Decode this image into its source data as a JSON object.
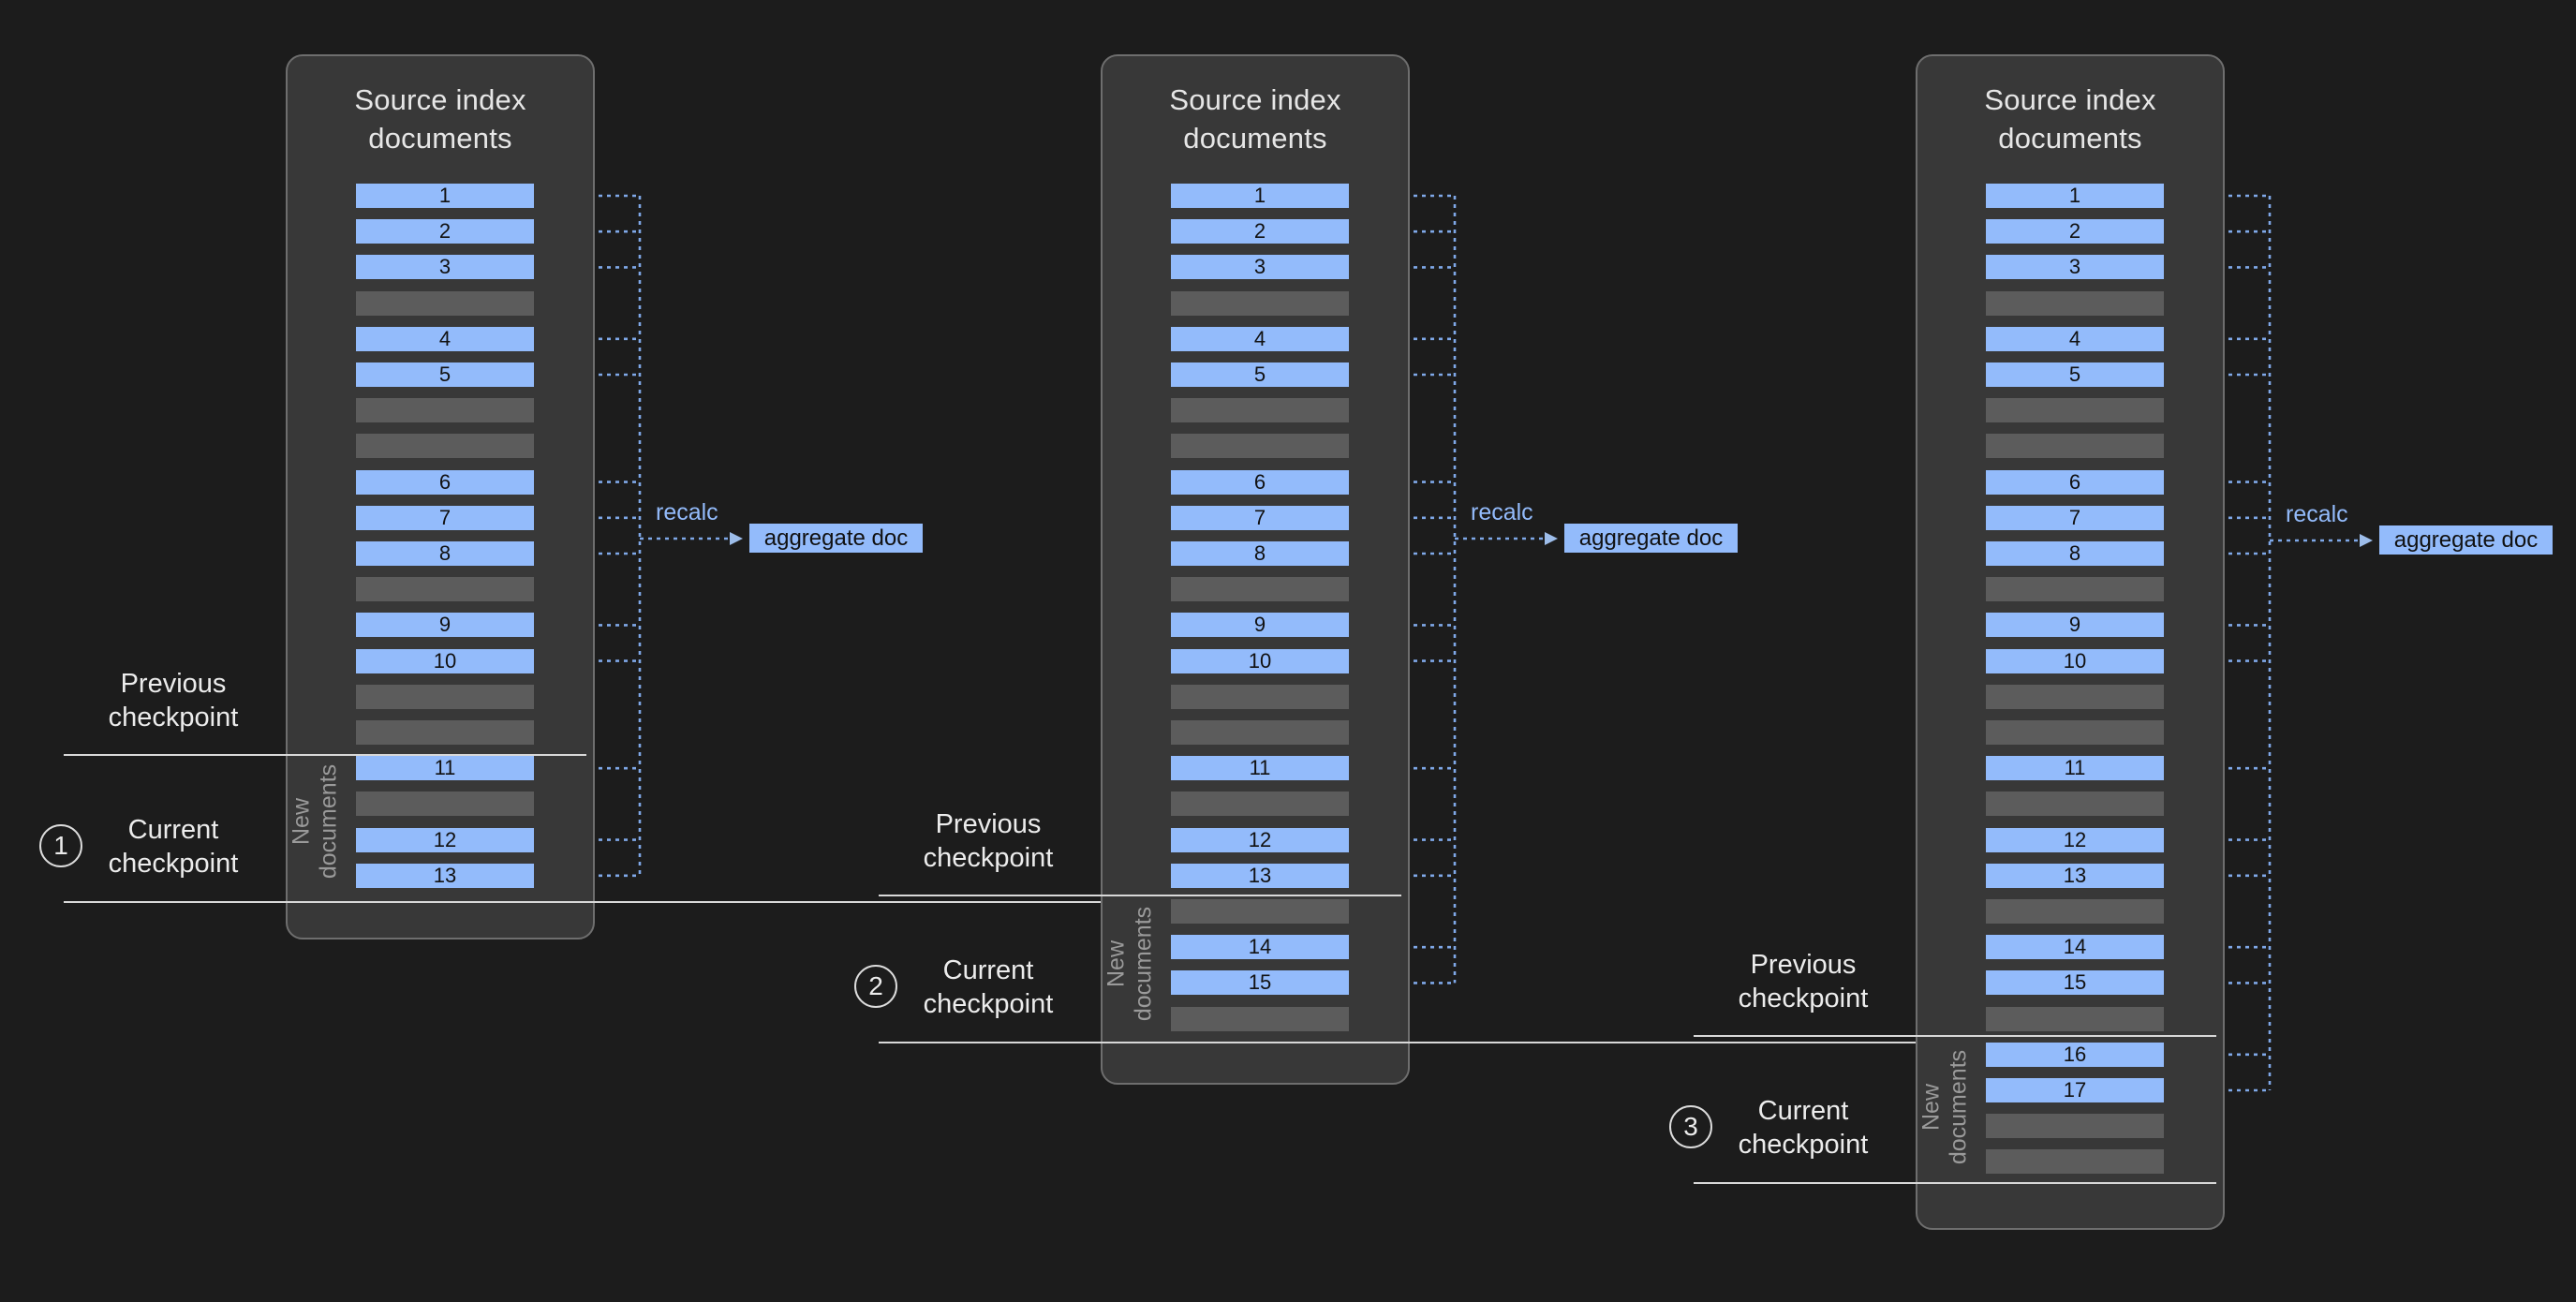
{
  "diagram": {
    "title": "Transform checkpoint / recalculation diagram",
    "background_color": "#1c1c1c",
    "doc_color": "#93bbfb",
    "empty_color": "#5c5c5c",
    "panel_color": "#383838",
    "panel_border_color": "#6e6e6e",
    "wire_color": "#7fa8e8"
  },
  "labels": {
    "panel_title": "Source index\ndocuments",
    "new_documents": "New\ndocuments",
    "previous_checkpoint": "Previous\ncheckpoint",
    "current_checkpoint": "Current\ncheckpoint",
    "recalc": "recalc",
    "aggregate_doc": "aggregate doc"
  },
  "stages": [
    {
      "step_number": "1",
      "panel_title": "Source index\ndocuments",
      "recalc_label": "recalc",
      "aggregate_label": "aggregate doc",
      "previous_checkpoint_label": "Previous\ncheckpoint",
      "current_checkpoint_label": "Current\ncheckpoint",
      "new_documents_label": "New\ndocuments",
      "rows": [
        {
          "value": "1",
          "type": "doc"
        },
        {
          "value": "2",
          "type": "doc"
        },
        {
          "value": "3",
          "type": "doc"
        },
        {
          "value": "",
          "type": "empty"
        },
        {
          "value": "4",
          "type": "doc"
        },
        {
          "value": "5",
          "type": "doc"
        },
        {
          "value": "",
          "type": "empty"
        },
        {
          "value": "",
          "type": "empty"
        },
        {
          "value": "6",
          "type": "doc"
        },
        {
          "value": "7",
          "type": "doc"
        },
        {
          "value": "8",
          "type": "doc"
        },
        {
          "value": "",
          "type": "empty"
        },
        {
          "value": "9",
          "type": "doc"
        },
        {
          "value": "10",
          "type": "doc"
        },
        {
          "value": "",
          "type": "empty"
        },
        {
          "value": "",
          "type": "empty"
        },
        {
          "value": "11",
          "type": "doc"
        },
        {
          "value": "",
          "type": "empty"
        },
        {
          "value": "12",
          "type": "doc"
        },
        {
          "value": "13",
          "type": "doc"
        }
      ],
      "new_documents_start_row": 16
    },
    {
      "step_number": "2",
      "panel_title": "Source index\ndocuments",
      "recalc_label": "recalc",
      "aggregate_label": "aggregate doc",
      "previous_checkpoint_label": "Previous\ncheckpoint",
      "current_checkpoint_label": "Current\ncheckpoint",
      "new_documents_label": "New\ndocuments",
      "rows": [
        {
          "value": "1",
          "type": "doc"
        },
        {
          "value": "2",
          "type": "doc"
        },
        {
          "value": "3",
          "type": "doc"
        },
        {
          "value": "",
          "type": "empty"
        },
        {
          "value": "4",
          "type": "doc"
        },
        {
          "value": "5",
          "type": "doc"
        },
        {
          "value": "",
          "type": "empty"
        },
        {
          "value": "",
          "type": "empty"
        },
        {
          "value": "6",
          "type": "doc"
        },
        {
          "value": "7",
          "type": "doc"
        },
        {
          "value": "8",
          "type": "doc"
        },
        {
          "value": "",
          "type": "empty"
        },
        {
          "value": "9",
          "type": "doc"
        },
        {
          "value": "10",
          "type": "doc"
        },
        {
          "value": "",
          "type": "empty"
        },
        {
          "value": "",
          "type": "empty"
        },
        {
          "value": "11",
          "type": "doc"
        },
        {
          "value": "",
          "type": "empty"
        },
        {
          "value": "12",
          "type": "doc"
        },
        {
          "value": "13",
          "type": "doc"
        },
        {
          "value": "",
          "type": "empty"
        },
        {
          "value": "14",
          "type": "doc"
        },
        {
          "value": "15",
          "type": "doc"
        },
        {
          "value": "",
          "type": "empty"
        }
      ],
      "new_documents_start_row": 20
    },
    {
      "step_number": "3",
      "panel_title": "Source index\ndocuments",
      "recalc_label": "recalc",
      "aggregate_label": "aggregate doc",
      "previous_checkpoint_label": "Previous\ncheckpoint",
      "current_checkpoint_label": "Current\ncheckpoint",
      "new_documents_label": "New\ndocuments",
      "rows": [
        {
          "value": "1",
          "type": "doc"
        },
        {
          "value": "2",
          "type": "doc"
        },
        {
          "value": "3",
          "type": "doc"
        },
        {
          "value": "",
          "type": "empty"
        },
        {
          "value": "4",
          "type": "doc"
        },
        {
          "value": "5",
          "type": "doc"
        },
        {
          "value": "",
          "type": "empty"
        },
        {
          "value": "",
          "type": "empty"
        },
        {
          "value": "6",
          "type": "doc"
        },
        {
          "value": "7",
          "type": "doc"
        },
        {
          "value": "8",
          "type": "doc"
        },
        {
          "value": "",
          "type": "empty"
        },
        {
          "value": "9",
          "type": "doc"
        },
        {
          "value": "10",
          "type": "doc"
        },
        {
          "value": "",
          "type": "empty"
        },
        {
          "value": "",
          "type": "empty"
        },
        {
          "value": "11",
          "type": "doc"
        },
        {
          "value": "",
          "type": "empty"
        },
        {
          "value": "12",
          "type": "doc"
        },
        {
          "value": "13",
          "type": "doc"
        },
        {
          "value": "",
          "type": "empty"
        },
        {
          "value": "14",
          "type": "doc"
        },
        {
          "value": "15",
          "type": "doc"
        },
        {
          "value": "",
          "type": "empty"
        },
        {
          "value": "16",
          "type": "doc"
        },
        {
          "value": "17",
          "type": "doc"
        },
        {
          "value": "",
          "type": "empty"
        },
        {
          "value": "",
          "type": "empty"
        }
      ],
      "new_documents_start_row": 24
    }
  ]
}
